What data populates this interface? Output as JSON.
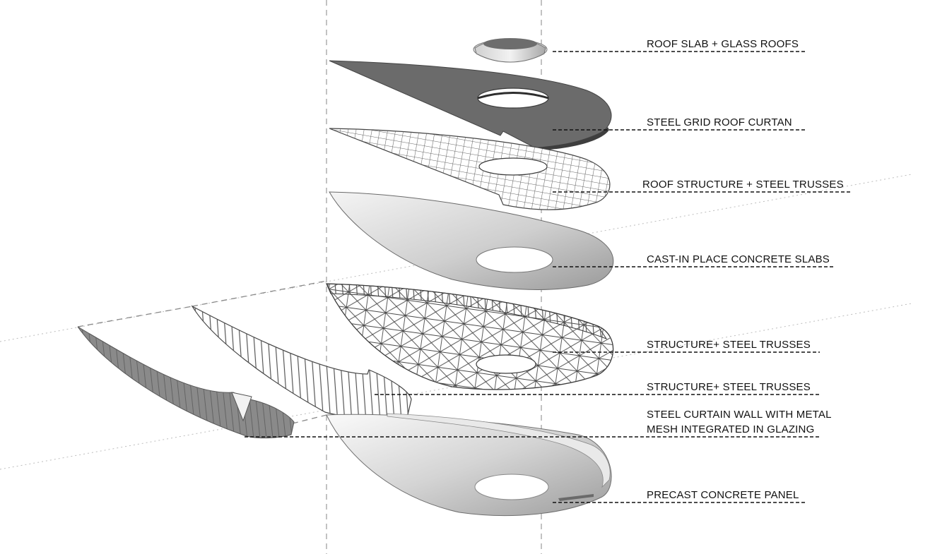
{
  "labels": {
    "roof_slab": "ROOF SLAB + GLASS ROOFS",
    "steel_grid_roof": "STEEL GRID ROOF CURTAN",
    "roof_structure": "ROOF STRUCTURE + STEEL TRUSSES",
    "concrete_slabs": "CAST-IN PLACE CONCRETE SLABS",
    "structure_1": "STRUCTURE+ STEEL TRUSSES",
    "structure_2": "STRUCTURE+ STEEL TRUSSES",
    "curtain_wall_line1": "STEEL CURTAIN WALL WITH METAL",
    "curtain_wall_line2": "MESH INTEGRATED IN GLAZING",
    "precast_panel": "PRECAST CONCRETE PANEL"
  },
  "colors": {
    "dark_slab": "#6a6a6a",
    "light_shell": "#d8d8d8",
    "wire": "#555555",
    "leader": "#111111",
    "guide": "#aaaaaa"
  }
}
